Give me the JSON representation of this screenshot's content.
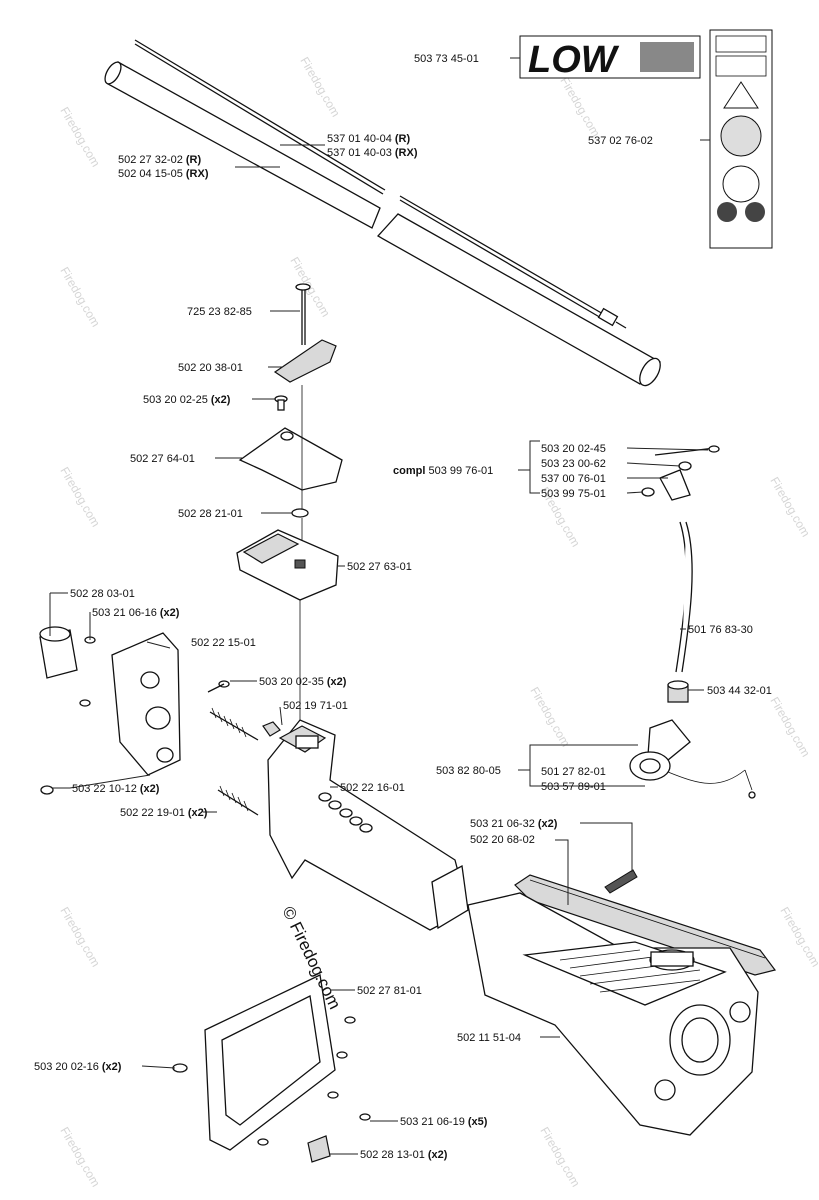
{
  "labels": {
    "l01": "503 73 45-01",
    "l02": "537 02 76-02",
    "l03a": "537 01 40-04 ",
    "l03a_s": "(R)",
    "l03b": "537 01 40-03 ",
    "l03b_s": "(RX)",
    "l04a": "502 27 32-02 ",
    "l04a_s": "(R)",
    "l04b": "502 04 15-05 ",
    "l04b_s": "(RX)",
    "l05": "725 23 82-85",
    "l06": "502 20 38-01",
    "l07": "503 20 02-25 ",
    "l07_s": "(x2)",
    "l08": "502 27 64-01",
    "l09": "502 28 21-01",
    "l10": "502 27 63-01",
    "l11a": "503 20 02-45",
    "l11b": "503 23 00-62",
    "l11c": "537 00 76-01",
    "l11d": "503 99 75-01",
    "l11_pre": "compl ",
    "l11": "503 99 76-01",
    "l12": "502 28 03-01",
    "l13": "503 21 06-16 ",
    "l13_s": "(x2)",
    "l14": "502 22 15-01",
    "l15": "503 20 02-35 ",
    "l15_s": "(x2)",
    "l16": "502 19 71-01",
    "l17": "501 76 83-30",
    "l18": "503 44 32-01",
    "l19": "503 82 80-05",
    "l19a": "501 27 82-01",
    "l19b": "503 57 89-01",
    "l20": "502 22 16-01",
    "l21": "503 22 10-12 ",
    "l21_s": "(x2)",
    "l22": "502 22 19-01 ",
    "l22_s": "(x2)",
    "l23a": "503 21 06-32 ",
    "l23a_s": "(x2)",
    "l23b": "502 20 68-02",
    "l24": "502 27 81-01",
    "l25": "502 11 51-04",
    "l26": "503 20 02-16 ",
    "l26_s": "(x2)",
    "l27": "503 21 06-19 ",
    "l27_s": "(x5)",
    "l28": "502 28 13-01 ",
    "l28_s": "(x2)"
  },
  "logo_text": "LOW",
  "copyright": "© Firedog.com",
  "watermark": "Firedog.com"
}
